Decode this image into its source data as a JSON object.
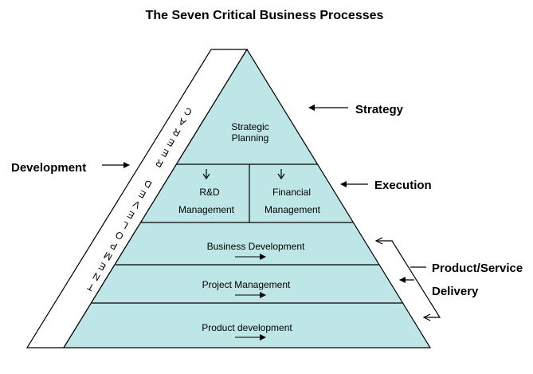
{
  "title": "The Seven Critical Business Processes",
  "side_labels": {
    "development": "Development",
    "strategy": "Strategy",
    "execution": "Execution",
    "product_service": "Product/Service",
    "delivery": "Delivery"
  },
  "career_development": "CAREER DEVELOPMENT",
  "tiers": {
    "strategic_planning": [
      "Strategic",
      "Planning"
    ],
    "rd_management": [
      "R&D",
      "Management"
    ],
    "financial_management": [
      "Financial",
      "Management"
    ],
    "business_development": "Business Development",
    "project_management": "Project Management",
    "product_development": "Product development"
  },
  "colors": {
    "pyramid_fill": "#bfe6e6",
    "band_fill": "#ffffff",
    "stroke": "#000000"
  }
}
